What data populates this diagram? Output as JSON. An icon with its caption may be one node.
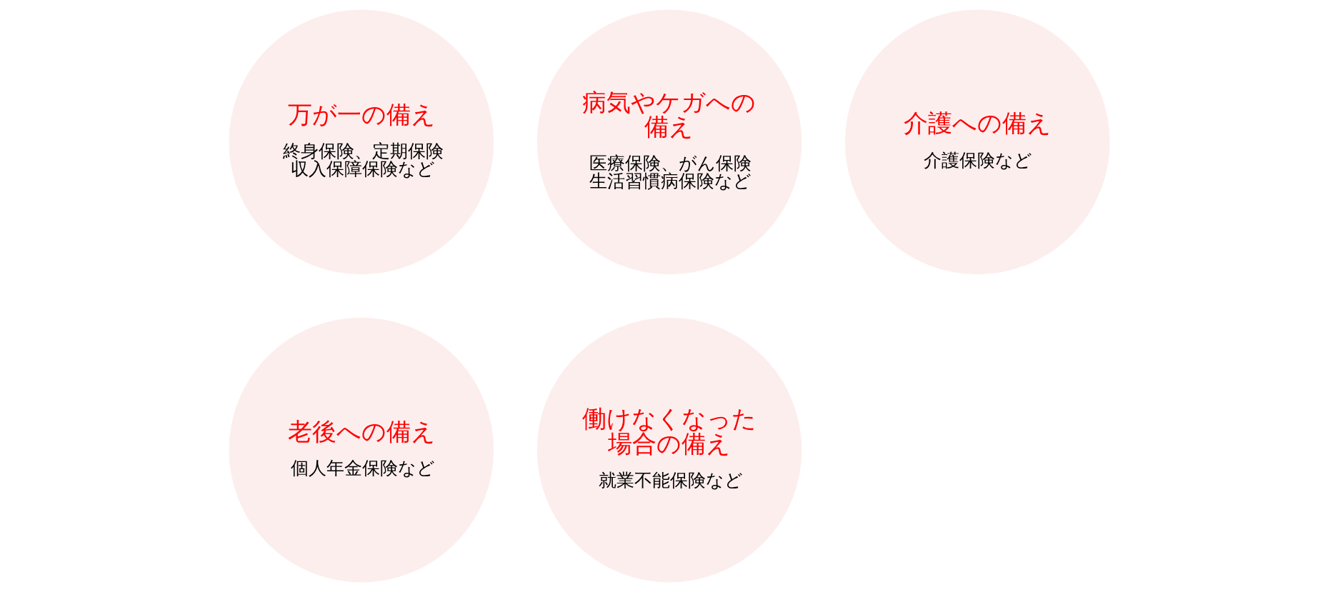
{
  "diagram": {
    "nodes": [
      {
        "text": [
          "万が一の備え",
          "終身保険、定期保険収入保障保険など"
        ]
      },
      {
        "text": [
          "病気やケガへの備え",
          "医療保険、がん保険生活習慣病保険など"
        ]
      },
      {
        "text": [
          "介護への備え",
          "介護保険など"
        ]
      },
      {
        "text": [
          "老後への備え",
          "個人年金保険など"
        ]
      },
      {
        "text": [
          "働けなくなった場合の備え",
          "就業不能保険など"
        ]
      }
    ]
  }
}
